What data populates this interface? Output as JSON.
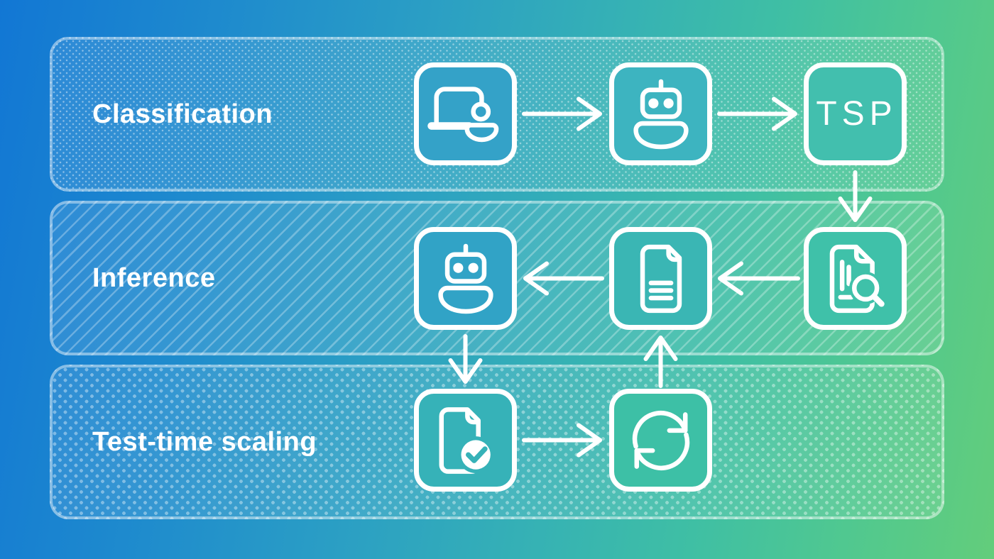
{
  "diagram": {
    "bands": [
      {
        "label": "Classification",
        "pattern": "small-dots"
      },
      {
        "label": "Inference",
        "pattern": "diagonal-stripes"
      },
      {
        "label": "Test-time scaling",
        "pattern": "large-dots"
      }
    ],
    "nodes": [
      {
        "id": "user-laptop",
        "band": "Classification",
        "icon": "laptop-user-icon"
      },
      {
        "id": "robot-classification",
        "band": "Classification",
        "icon": "robot-icon"
      },
      {
        "id": "tsp",
        "band": "Classification",
        "icon": "tsp-label-box",
        "label": "TSP"
      },
      {
        "id": "document-search",
        "band": "Inference",
        "icon": "document-search-icon"
      },
      {
        "id": "document",
        "band": "Inference",
        "icon": "document-icon"
      },
      {
        "id": "robot-inference",
        "band": "Inference",
        "icon": "robot-icon"
      },
      {
        "id": "document-check",
        "band": "Test-time scaling",
        "icon": "document-check-icon"
      },
      {
        "id": "sync",
        "band": "Test-time scaling",
        "icon": "sync-icon"
      }
    ],
    "flows": [
      {
        "from": "user-laptop",
        "to": "robot-classification",
        "direction": "right"
      },
      {
        "from": "robot-classification",
        "to": "tsp",
        "direction": "right"
      },
      {
        "from": "tsp",
        "to": "document-search",
        "direction": "down"
      },
      {
        "from": "document-search",
        "to": "document",
        "direction": "left"
      },
      {
        "from": "document",
        "to": "robot-inference",
        "direction": "left"
      },
      {
        "from": "robot-inference",
        "to": "document-check",
        "direction": "down"
      },
      {
        "from": "document-check",
        "to": "sync",
        "direction": "right"
      },
      {
        "from": "sync",
        "to": "document",
        "direction": "up"
      }
    ],
    "colors": {
      "background_gradient_left": "#1277d4",
      "background_gradient_mid": "#36b2b4",
      "background_gradient_right": "#63cd7b",
      "band_fill": "rgba(255,255,255,0.10)",
      "band_border": "rgba(255,255,255,0.42)",
      "icon_stroke": "#ffffff"
    }
  }
}
